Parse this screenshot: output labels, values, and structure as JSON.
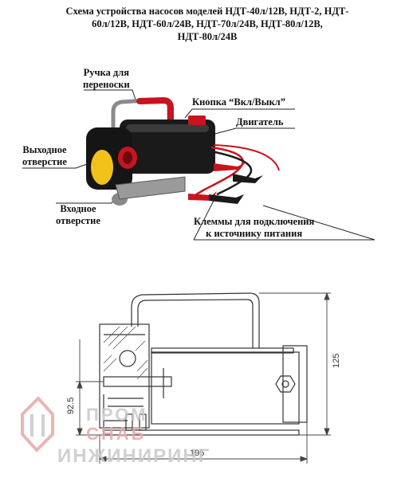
{
  "title": {
    "line1": "Схема устройства насосов моделей НДТ-40л/12В, НДТ-2, НДТ-",
    "line2": "60л/12В, НДТ-60л/24В, НДТ-70л/24В, НДТ-80л/12В,",
    "line3": "НДТ-80л/24В"
  },
  "labels": {
    "handle": [
      "Ручка для",
      "переноски"
    ],
    "button": "Кнопка “Вкл/Выкл”",
    "motor": "Двигатель",
    "outlet": [
      "Выходное",
      "отверстие"
    ],
    "inlet": [
      "Входное",
      "отверстие"
    ],
    "terminals": [
      "Клеммы для подключения",
      "к источнику питания"
    ]
  },
  "dimensions": {
    "height": "125",
    "axis_height": "92.5",
    "length": "195"
  },
  "watermark": {
    "line1": "ПРОМ",
    "line2": "СНАБ",
    "line3": "ИНЖИНИРИНГ"
  },
  "colors": {
    "handle": "#c8141e",
    "body": "#1a1a1a",
    "label_sticker": "#f2c21a",
    "watermark_red": "#e8a8a8",
    "watermark_gray": "#c8c8c8"
  }
}
